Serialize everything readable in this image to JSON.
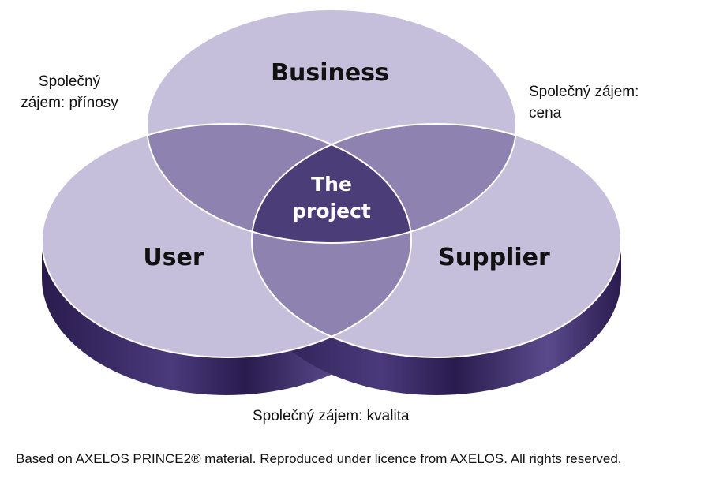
{
  "diagram": {
    "circles": {
      "business": "Business",
      "user": "User",
      "supplier": "Supplier"
    },
    "center": {
      "line1": "The",
      "line2": "project"
    },
    "notes": {
      "benefits": {
        "line1": "Společný",
        "line2": "zájem: přínosy"
      },
      "cost": {
        "line1": "Společný zájem:",
        "line2": "cena"
      },
      "quality": "Společný zájem: kvalita"
    }
  },
  "footer": "Based on AXELOS PRINCE2® material. Reproduced under licence from AXELOS. All rights reserved.",
  "colors": {
    "circle_fill": "#c5bfdb",
    "pair_overlap": "#8d82b0",
    "center_overlap": "#4b3d78",
    "base_dark": "#241744",
    "base_light": "#5b4a8a"
  }
}
